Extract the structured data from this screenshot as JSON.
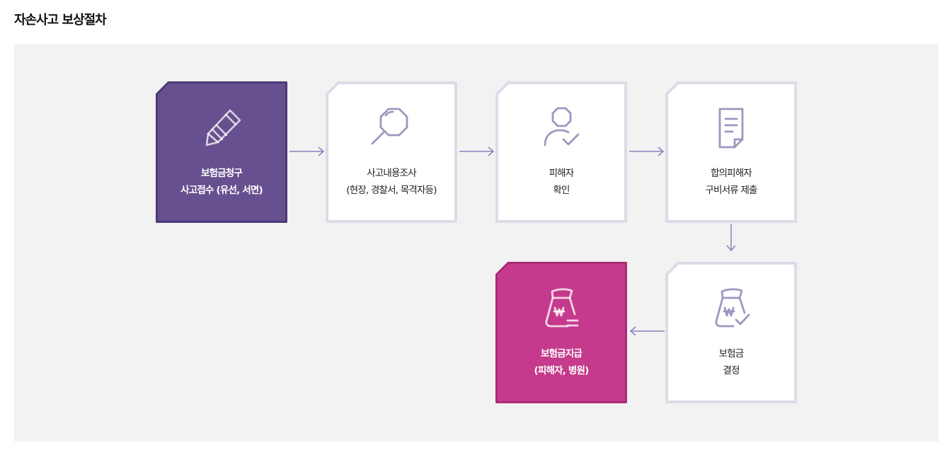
{
  "page": {
    "title": "자손사고 보상절차"
  },
  "colors": {
    "panel_bg": "#f2f2f2",
    "step_start": "#66508f",
    "step_start_border": "#4b3a78",
    "step_final": "#c53a8c",
    "step_final_border": "#a82c75",
    "card_border": "#dcdce8",
    "icon_light": "#a095c0",
    "arrow": "#8f80bd"
  },
  "steps": [
    {
      "line1": "보험금청구",
      "line2": "사고접수 (유선, 서면)",
      "icon": "pencil-icon"
    },
    {
      "line1": "사고내용조사",
      "line2": "(현장, 경찰서, 목격자등)",
      "icon": "magnifier-icon"
    },
    {
      "line1": "피해자",
      "line2": "확인",
      "icon": "person-check-icon"
    },
    {
      "line1": "합의피해자",
      "line2": "구비서류 제출",
      "icon": "document-icon"
    },
    {
      "line1": "보험금",
      "line2": "결정",
      "icon": "money-bag-check-icon"
    },
    {
      "line1": "보험금지급",
      "line2": "(피해자, 병원)",
      "icon": "money-bag-payment-icon"
    }
  ]
}
